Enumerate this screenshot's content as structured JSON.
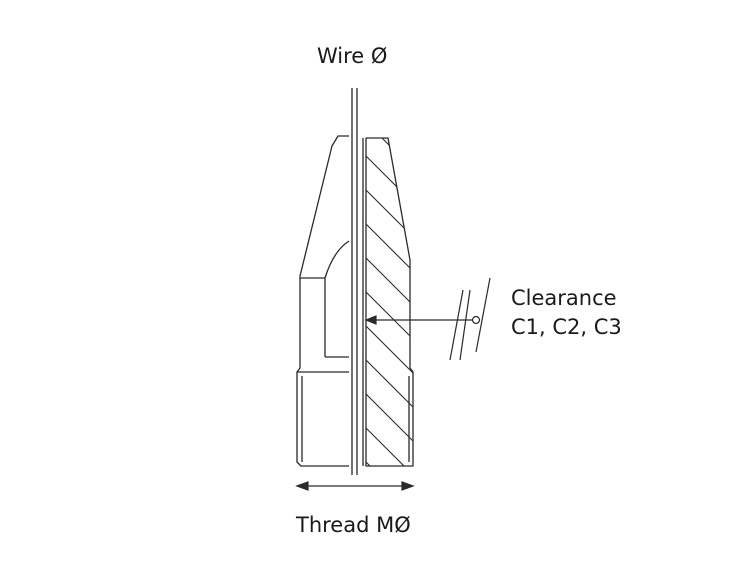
{
  "labels": {
    "wire": "Wire Ø",
    "thread": "Thread MØ",
    "clearance_line1": "Clearance",
    "clearance_line2": "C1, C2, C3"
  },
  "colors": {
    "stroke": "#2a2a2a",
    "background": "#ffffff"
  }
}
